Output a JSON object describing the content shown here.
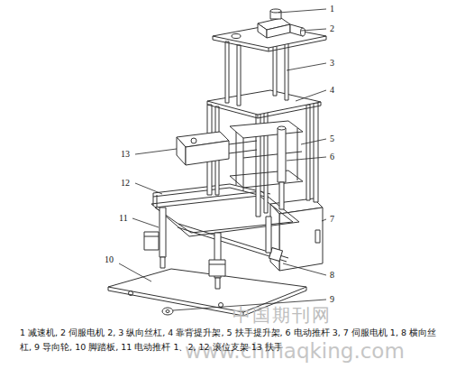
{
  "diagram": {
    "caption": "1 减速机, 2 伺服电机 2, 3 纵向丝杠, 4 靠背提升架, 5 扶手提升架, 6 电动推杆 3, 7 伺服电机 1, 8 横向丝杠, 9 导向轮, 10 脚踏板, 11 电动推杆 1、2, 12 滚位支架 13 扶手",
    "labels": [
      "1",
      "2",
      "3",
      "4",
      "5",
      "6",
      "7",
      "8",
      "9",
      "10",
      "11",
      "12",
      "13",
      "中国期刊网",
      "www.chinaqking.com"
    ]
  }
}
